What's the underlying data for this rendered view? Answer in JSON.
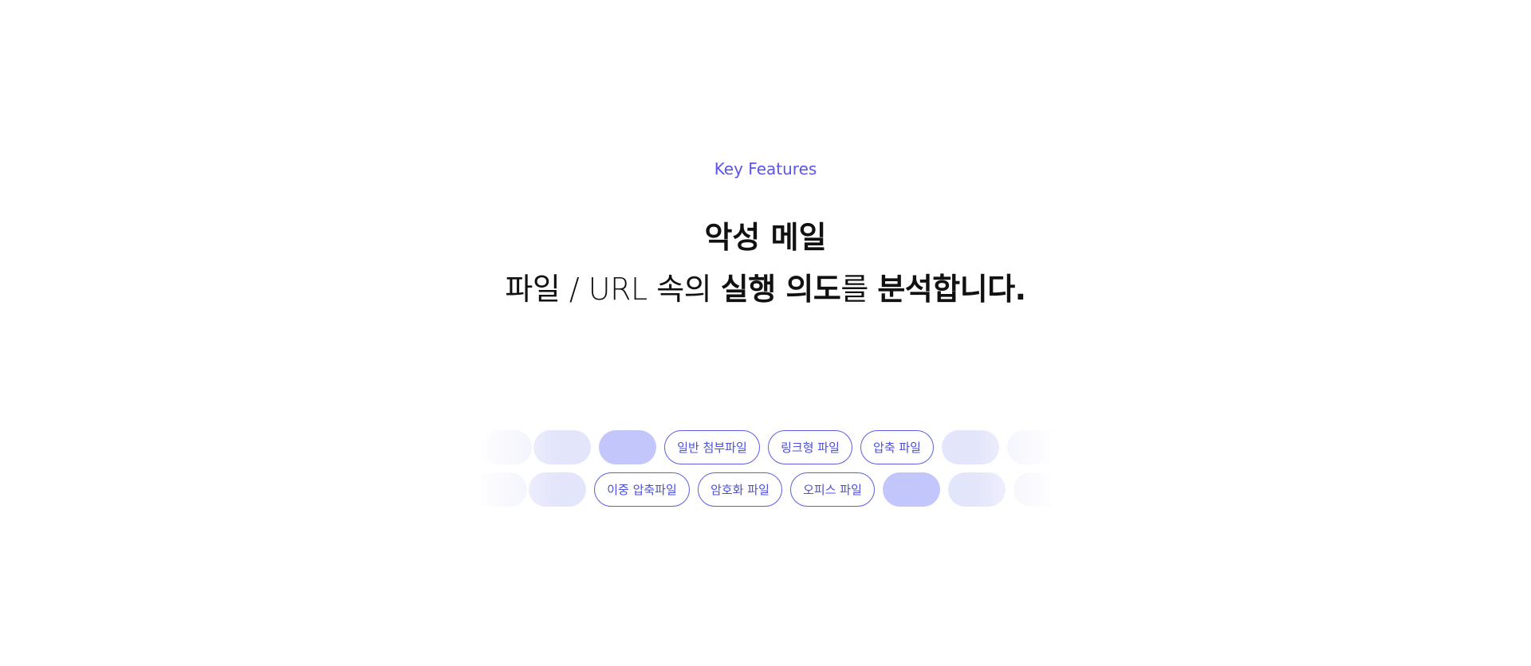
{
  "section": {
    "eyebrow": "Key Features",
    "headline_line1": "악성 메일",
    "headline_line2_part1": "파일 / URL 속의 ",
    "headline_line2_bold1": "실행 의도",
    "headline_line2_part2": "를 ",
    "headline_line2_bold2": "분석합니다."
  },
  "tags": {
    "row1": [
      "일반 첨부파일",
      "링크형 파일",
      "압축 파일"
    ],
    "row2": [
      "이중 압축파일",
      "암호화 파일",
      "오피스 파일"
    ]
  },
  "colors": {
    "accent": "#5a55e8",
    "chip_border": "#5a5ee6",
    "ghost_strong": "#c2c6fb",
    "ghost": "#e3e5fb",
    "headline": "#111111"
  }
}
